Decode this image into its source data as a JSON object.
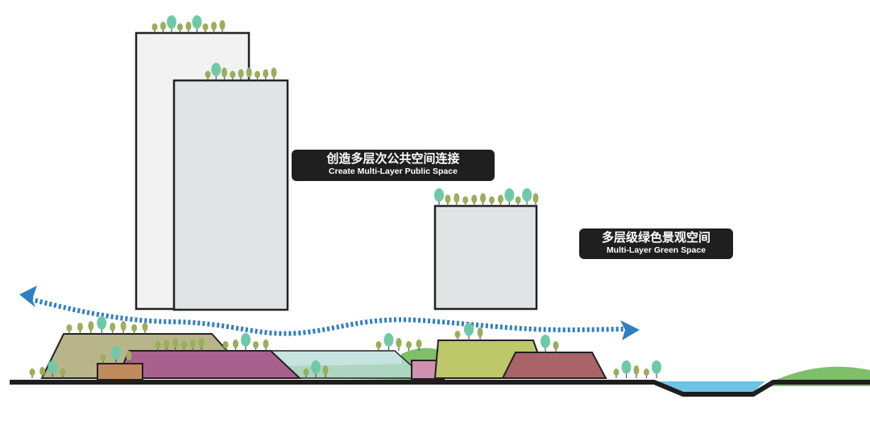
{
  "labels": {
    "public_space": {
      "zh": "创造多层次公共空间连接",
      "en": "Create Multi-Layer Public Space"
    },
    "green_space": {
      "zh": "多层级绿色景观空间",
      "en": "Multi-Layer Green Space"
    }
  },
  "colors": {
    "tower_front": "#e1e4e4",
    "tower_back": "#f2f2f2",
    "outline": "#222222",
    "ground": "#1e1e1e",
    "flow_arrow": "#2f7fc1",
    "water": "#6fc4e6",
    "lawn": "#7fbf6a",
    "podium_olive": "#b8b58a",
    "podium_purple": "#a8618f",
    "podium_glass": "#b9dcd8",
    "podium_lime": "#bcc86a",
    "podium_rose": "#a86468",
    "box_brown": "#c08a5c",
    "box_pink": "#d18fb1",
    "tree_teal": "#6fc9a6",
    "tree_olive": "#9aae5b",
    "trunk": "#555555"
  }
}
